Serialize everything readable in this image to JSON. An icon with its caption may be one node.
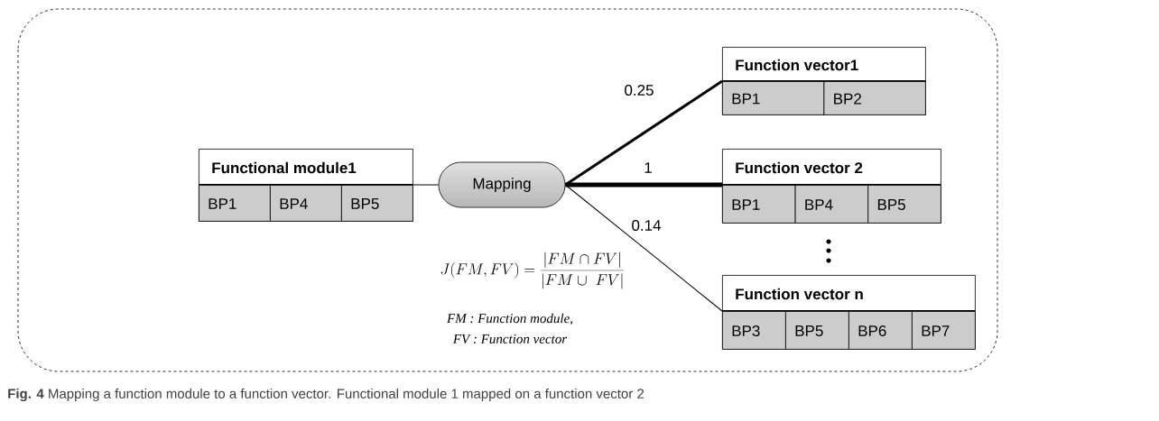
{
  "diagram": {
    "caption": "**Fig. 4** Mapping a function module to a function vector. Functional module 1 mapped on a function vector 2",
    "nodes": [
      {
        "text": [
          "Functional module1"
        ]
      },
      {
        "text": [
          "BP1"
        ],
        "in": 0
      },
      {
        "text": [
          "BP4"
        ],
        "in": 0
      },
      {
        "text": [
          "BP5"
        ],
        "in": 0
      },
      {
        "text": [
          "Mapping"
        ]
      },
      {
        "text": [
          "Function vector1"
        ]
      },
      {
        "text": [
          "BP1"
        ],
        "in": 5
      },
      {
        "text": [
          "BP2"
        ],
        "in": 5
      },
      {
        "text": [
          "Function vector 2"
        ]
      },
      {
        "text": [
          "BP1"
        ],
        "in": 8
      },
      {
        "text": [
          "BP4"
        ],
        "in": 8
      },
      {
        "text": [
          "BP5"
        ],
        "in": 8
      },
      {
        "text": [
          "Function vector n"
        ]
      },
      {
        "text": [
          "BP3"
        ],
        "in": 12
      },
      {
        "text": [
          "BP5"
        ],
        "in": 12
      },
      {
        "text": [
          "BP6"
        ],
        "in": 12
      },
      {
        "text": [
          "BP7"
        ],
        "in": 12
      }
    ],
    "edges": [
      {
        "from": 0,
        "to": 4,
        "arrow": "none"
      },
      {
        "from": 4,
        "to": 5,
        "arrow": "none",
        "label": "0.25",
        "style": "thick"
      },
      {
        "from": 4,
        "to": 8,
        "arrow": "none",
        "label": "1",
        "style": "thick"
      },
      {
        "from": 4,
        "to": 12,
        "arrow": "none",
        "label": "0.14"
      }
    ],
    "labels": [
      "J(FM,FV) = \\frac{|FM \\cap FV|}{|FM \\cup\\ FV|}",
      "FM : Function module,",
      "FV : Function vector"
    ]
  }
}
